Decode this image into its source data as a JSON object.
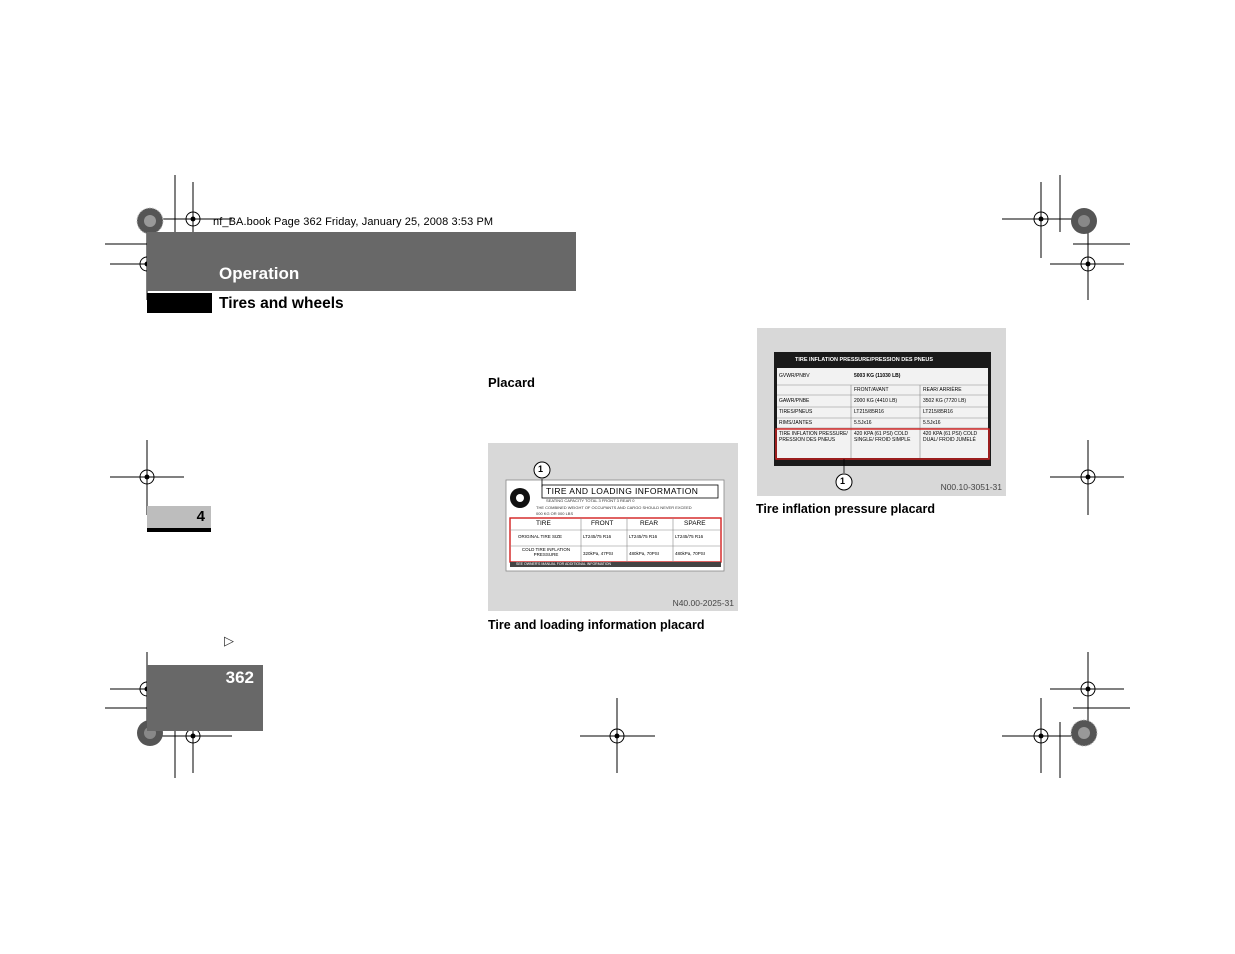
{
  "file_info": "nf_BA.book  Page 362  Friday, January 25, 2008  3:53 PM",
  "header": {
    "title": "Operation",
    "section": "Tires and wheels"
  },
  "chapter_tab": {
    "number": "4"
  },
  "continue_marker": "▷",
  "page_number": "362",
  "main": {
    "heading": "Placard"
  },
  "figure1": {
    "caption": "Tire and loading information placard",
    "code": "N40.00-2025-31",
    "callout": "1",
    "label": {
      "title": "TIRE AND LOADING INFORMATION",
      "seating": "SEATING CAPACITY  TOTAL  3   FRONT  3   REAR  0",
      "weight_note": "THE COMBINED WEIGHT OF OCCUPANTS AND CARGO SHOULD NEVER EXCEED",
      "weight_value": "000 KG  OR   000 LBS",
      "headers": [
        "TIRE",
        "FRONT",
        "REAR",
        "SPARE"
      ],
      "rows": [
        [
          "ORIGINAL TIRE SIZE",
          "LT245/75 R16",
          "LT245/75 R16",
          "LT245/75 R16"
        ],
        [
          "COLD TIRE INFLATION PRESSURE",
          "320kPa, 47PSI",
          "480kPa, 70PSI",
          "480kPa, 70PSI"
        ]
      ],
      "footer": "SEE OWNER'S MANUAL FOR ADDITIONAL INFORMATION"
    }
  },
  "figure2": {
    "caption": "Tire inflation pressure placard",
    "code": "N00.10-3051-31",
    "callout": "1",
    "label": {
      "title": "TIRE INFLATION PRESSURE/PRESSION DES PNEUS",
      "rows": [
        [
          "GVWR/PNBV",
          "5003 KG (11030 LB)",
          ""
        ],
        [
          "",
          "FRONT/AVANT",
          "REAR/ ARRIÈRE"
        ],
        [
          "GAWR/PNBE",
          "2000 KG (4410 LB)",
          "3502 KG (7720 LB)"
        ],
        [
          "TIRES/PNEUS",
          "LT215/85R16",
          "LT215/85R16"
        ],
        [
          "RIMS/JANTES",
          "5.5Jx16",
          "5.5Jx16"
        ],
        [
          "TIRE INFLATION PRESSURE/ PRESSION DES PNEUS",
          "420 KPA (61 PSI) COLD SINGLE/ FROID SIMPLE",
          "420 KPA (61 PSI) COLD DUAL/ FROID JUMELÉ"
        ]
      ]
    }
  }
}
